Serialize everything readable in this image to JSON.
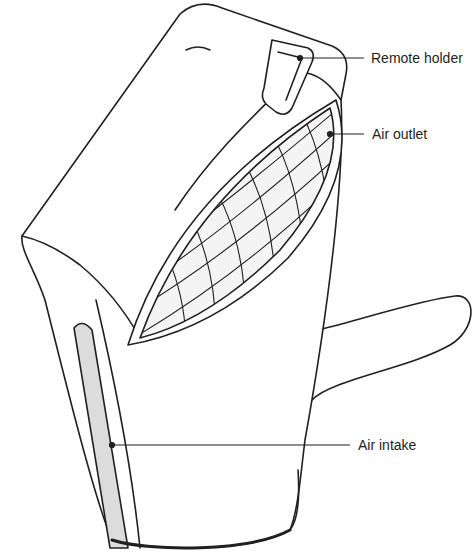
{
  "diagram": {
    "labels": [
      "Remote holder",
      "Air outlet",
      "Air intake"
    ]
  }
}
